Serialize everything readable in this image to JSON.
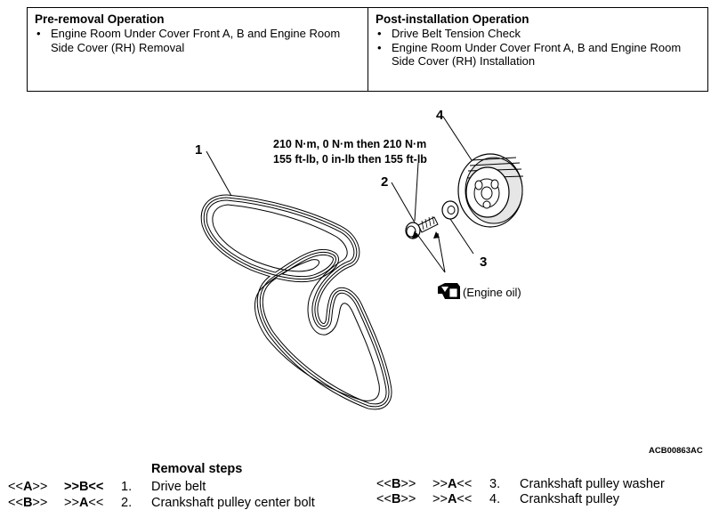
{
  "pre_removal": {
    "title": "Pre-removal Operation",
    "items": [
      "Engine Room Under Cover Front A, B and Engine Room Side Cover (RH) Removal"
    ]
  },
  "post_installation": {
    "title": "Post-installation Operation",
    "items": [
      "Drive Belt Tension Check",
      "Engine Room Under Cover Front A, B and Engine Room Side Cover (RH) Installation"
    ]
  },
  "diagram": {
    "callouts": [
      "1",
      "2",
      "3",
      "4"
    ],
    "torque_line1": "210 N·m, 0 N·m then 210 N·m",
    "torque_line2": "155 ft-lb, 0 in-lb then 155 ft-lb",
    "oil_label": "(Engine oil)",
    "figure_code": "ACB00863AC"
  },
  "removal": {
    "title": "Removal steps",
    "steps": [
      {
        "rem_pre": "<<",
        "rem_letter": "A",
        "rem_post": ">>",
        "inst_pre": ">>",
        "inst_letter": "B",
        "inst_post": "<<",
        "num": "1.",
        "name": "Drive belt"
      },
      {
        "rem_pre": "<<",
        "rem_letter": "B",
        "rem_post": ">>",
        "inst_pre": ">>",
        "inst_letter": "A",
        "inst_post": "<<",
        "num": "2.",
        "name": "Crankshaft pulley center bolt"
      },
      {
        "rem_pre": "<<",
        "rem_letter": "B",
        "rem_post": ">>",
        "inst_pre": ">>",
        "inst_letter": "A",
        "inst_post": "<<",
        "num": "3.",
        "name": "Crankshaft pulley washer"
      },
      {
        "rem_pre": "<<",
        "rem_letter": "B",
        "rem_post": ">>",
        "inst_pre": ">>",
        "inst_letter": "A",
        "inst_post": "<<",
        "num": "4.",
        "name": "Crankshaft pulley"
      }
    ]
  }
}
